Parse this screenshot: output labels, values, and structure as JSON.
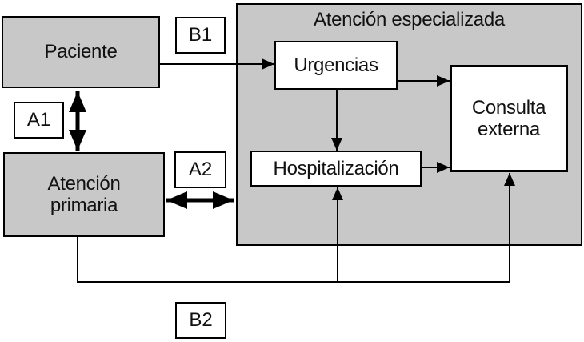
{
  "title": "Atención especializada",
  "nodes": {
    "paciente": "Paciente",
    "atencion_primaria": "Atención\nprimaria",
    "urgencias": "Urgencias",
    "hospitalizacion": "Hospitalización",
    "consulta_externa": "Consulta\nexterna"
  },
  "connector_labels": {
    "a1": "A1",
    "b1": "B1",
    "a2": "A2",
    "b2": "B2"
  },
  "colors": {
    "node_fill_gray": "#c8c8c8",
    "node_fill_white": "#ffffff",
    "border": "#000000",
    "arrow": "#000000",
    "background": "#ffffff"
  }
}
